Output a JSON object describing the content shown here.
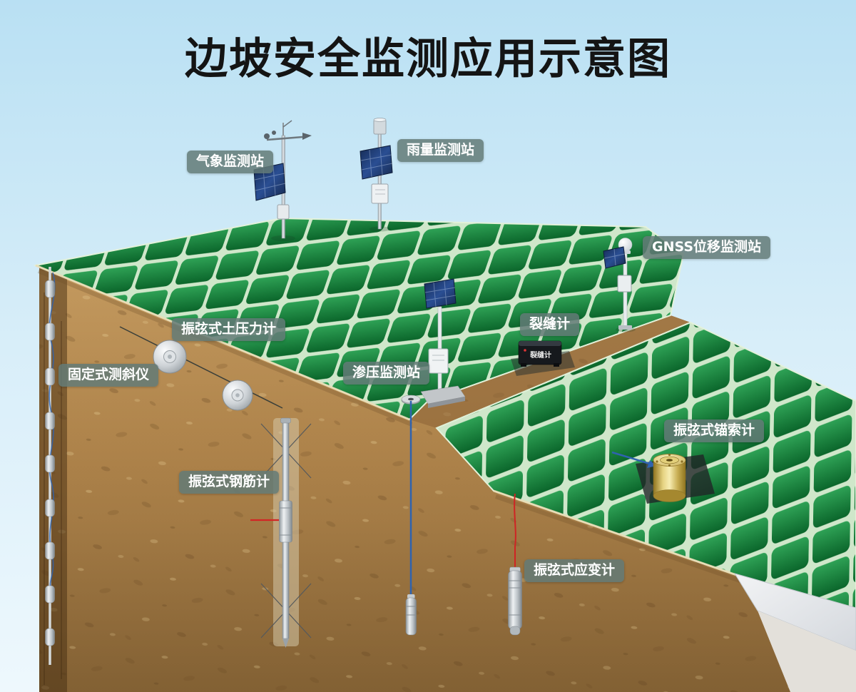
{
  "title": "边坡安全监测应用示意图",
  "labels": {
    "weather": "气象监测站",
    "rain": "雨量监测站",
    "gnss": "GNSS位移监测站",
    "earth_pressure": "振弦式土压力计",
    "inclinometer": "固定式测斜仪",
    "seepage": "渗压监测站",
    "crack": "裂缝计",
    "rebar": "振弦式钢筋计",
    "anchor": "振弦式锚索计",
    "strain": "振弦式应变计"
  },
  "device_markings": {
    "crack_box": "裂缝计"
  },
  "colors": {
    "sky": "#bfe4f4",
    "grass_tile": "#0b662b",
    "grass_gap": "#cfe7ca",
    "soil": "#b3874d",
    "label_bg": "rgba(99,122,119,0.85)",
    "label_text": "#ffffff",
    "title_text": "#141414",
    "solar_panel": "#2a4e93",
    "cable_blue": "#2f63b0",
    "wire_red": "#cf2424",
    "anchor_gold": "#e6d382",
    "road": "#e7e9ec"
  }
}
